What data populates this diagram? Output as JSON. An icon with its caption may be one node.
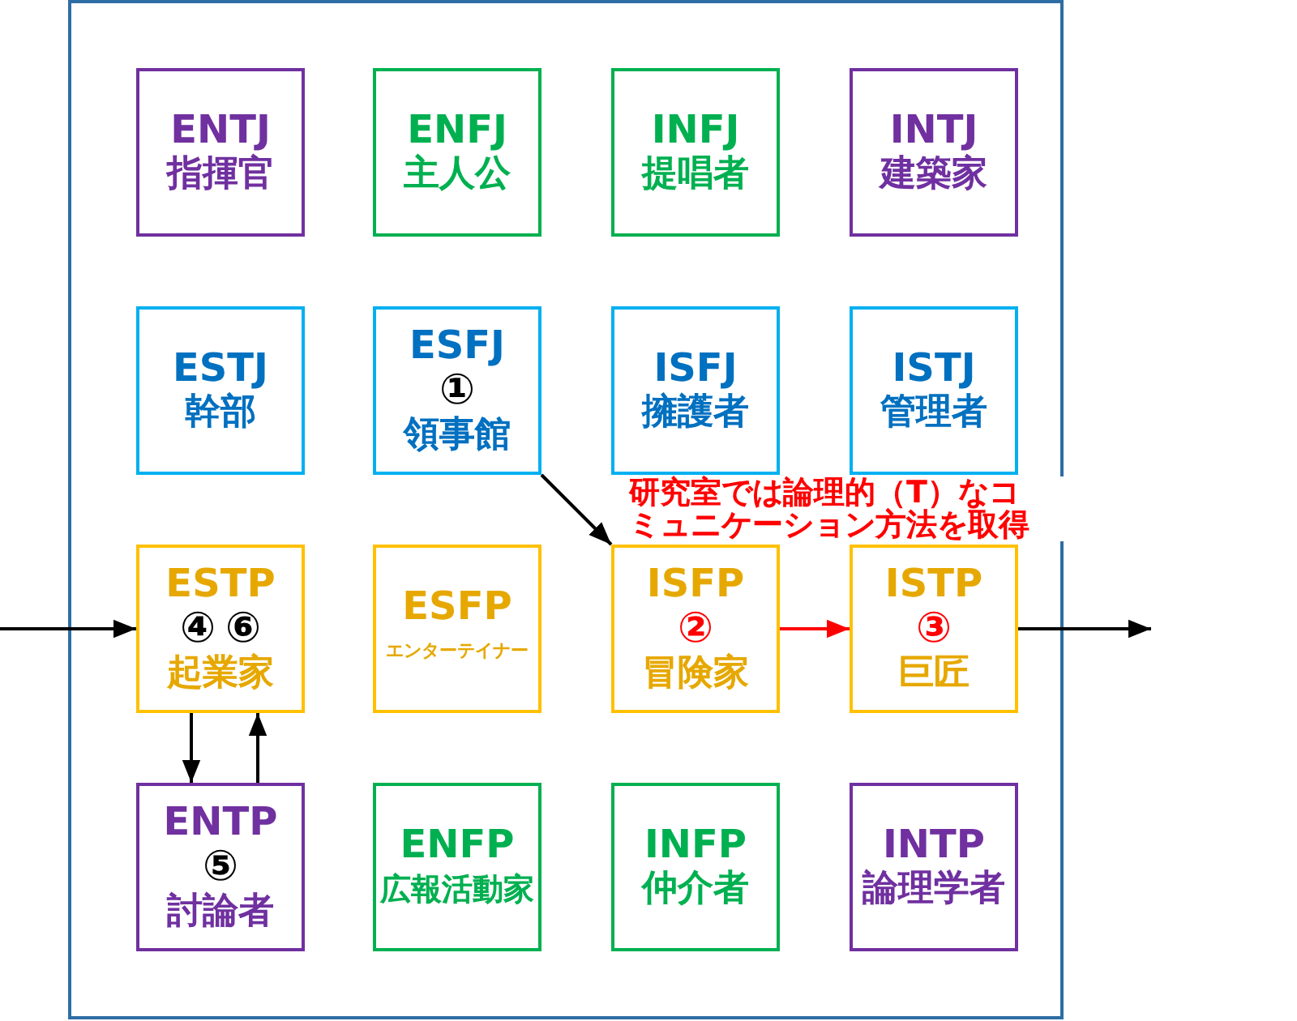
{
  "diagram": {
    "nodes": [
      {
        "text": [],
        "shape": "box"
      },
      {
        "text": [
          "ENTJ",
          "指揮官"
        ],
        "in": 0
      },
      {
        "text": [
          "ENFJ",
          "主人公"
        ],
        "in": 0
      },
      {
        "text": [
          "INFJ",
          "提唱者"
        ],
        "in": 0
      },
      {
        "text": [
          "INTJ",
          "建築家"
        ],
        "in": 0
      },
      {
        "text": [
          "ESTJ",
          "幹部"
        ],
        "in": 0
      },
      {
        "text": [
          "ESFJ",
          "①",
          "領事館"
        ],
        "in": 0
      },
      {
        "text": [
          "ISFJ",
          "擁護者"
        ],
        "in": 0
      },
      {
        "text": [
          "ISTJ",
          "管理者"
        ],
        "in": 0
      },
      {
        "text": [
          "ESTP",
          "④",
          "⑥",
          "起業家"
        ],
        "in": 0
      },
      {
        "text": [
          "ESFP",
          "エンターテイナー"
        ],
        "in": 0
      },
      {
        "text": [
          "ISFP",
          "②",
          "冒険家"
        ],
        "in": 0
      },
      {
        "text": [
          "ISTP",
          "③",
          "巨匠"
        ],
        "in": 0
      },
      {
        "text": [
          "ENTP",
          "⑤",
          "討論者"
        ],
        "in": 0
      },
      {
        "text": [
          "ENFP",
          "広報活動家"
        ],
        "in": 0
      },
      {
        "text": [
          "INFP",
          "仲介者"
        ],
        "in": 0
      },
      {
        "text": [
          "INTP",
          "論理学者"
        ],
        "in": 0
      }
    ],
    "edges": [
      {
        "from": null,
        "to": 9,
        "arrow": "to"
      },
      {
        "from": 6,
        "to": 11,
        "arrow": "to"
      },
      {
        "from": 11,
        "to": 12,
        "arrow": "to",
        "color": "#ff0000"
      },
      {
        "from": 12,
        "to": null,
        "arrow": "to"
      },
      {
        "from": 9,
        "to": 13,
        "arrow": "to"
      },
      {
        "from": 13,
        "to": 9,
        "arrow": "to"
      }
    ],
    "labels": [
      "研究室では論理的（T）なコミュニケーション方法を取得"
    ]
  }
}
